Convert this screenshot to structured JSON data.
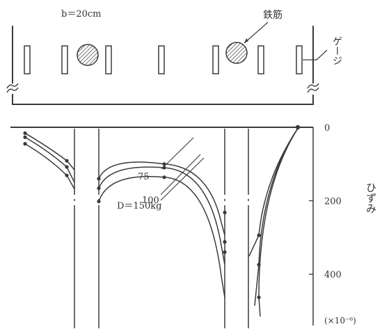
{
  "figure": {
    "width_label": "b＝20cm",
    "rebar_label": "鉄筋",
    "gauge_label": "ゲージ",
    "axis_title": "ひずみ",
    "axis_unit": "(×10⁻⁶)",
    "curve_labels": [
      "75",
      "100",
      "D＝150kg"
    ],
    "colors": {
      "ink": "#3a3a3a",
      "hatch": "#555555",
      "background": "#ffffff"
    }
  },
  "chart_data": {
    "type": "line",
    "y_axis": {
      "title": "ひずみ",
      "unit": "(×10⁻⁶)",
      "ticks": [
        0,
        200,
        400
      ],
      "range": [
        0,
        520
      ],
      "direction": "down"
    },
    "series": [
      {
        "name": "75",
        "points": [
          [
            0,
            16
          ],
          [
            1,
            91
          ],
          [
            2,
            116
          ],
          [
            3,
            140
          ],
          [
            4,
            117
          ],
          [
            5,
            100
          ],
          [
            6,
            3
          ],
          [
            7,
            121
          ],
          [
            8,
            232
          ],
          [
            9,
            278
          ],
          [
            10,
            294
          ],
          [
            11,
            351
          ]
        ]
      },
      {
        "name": "100",
        "points": [
          [
            0,
            27
          ],
          [
            1,
            108
          ],
          [
            2,
            150
          ],
          [
            3,
            166
          ],
          [
            4,
            136
          ],
          [
            5,
            110
          ],
          [
            6,
            3
          ],
          [
            7,
            146
          ],
          [
            8,
            312
          ],
          [
            9,
            341
          ],
          [
            10,
            374
          ],
          [
            11,
            486
          ]
        ]
      },
      {
        "name": "D＝150kg",
        "points": [
          [
            0,
            45
          ],
          [
            1,
            131
          ],
          [
            2,
            168
          ],
          [
            3,
            202
          ],
          [
            4,
            160
          ],
          [
            5,
            136
          ],
          [
            6,
            3
          ],
          [
            7,
            184
          ],
          [
            8,
            340
          ],
          [
            9,
            424
          ],
          [
            10,
            463
          ],
          [
            11,
            515
          ]
        ]
      }
    ]
  }
}
